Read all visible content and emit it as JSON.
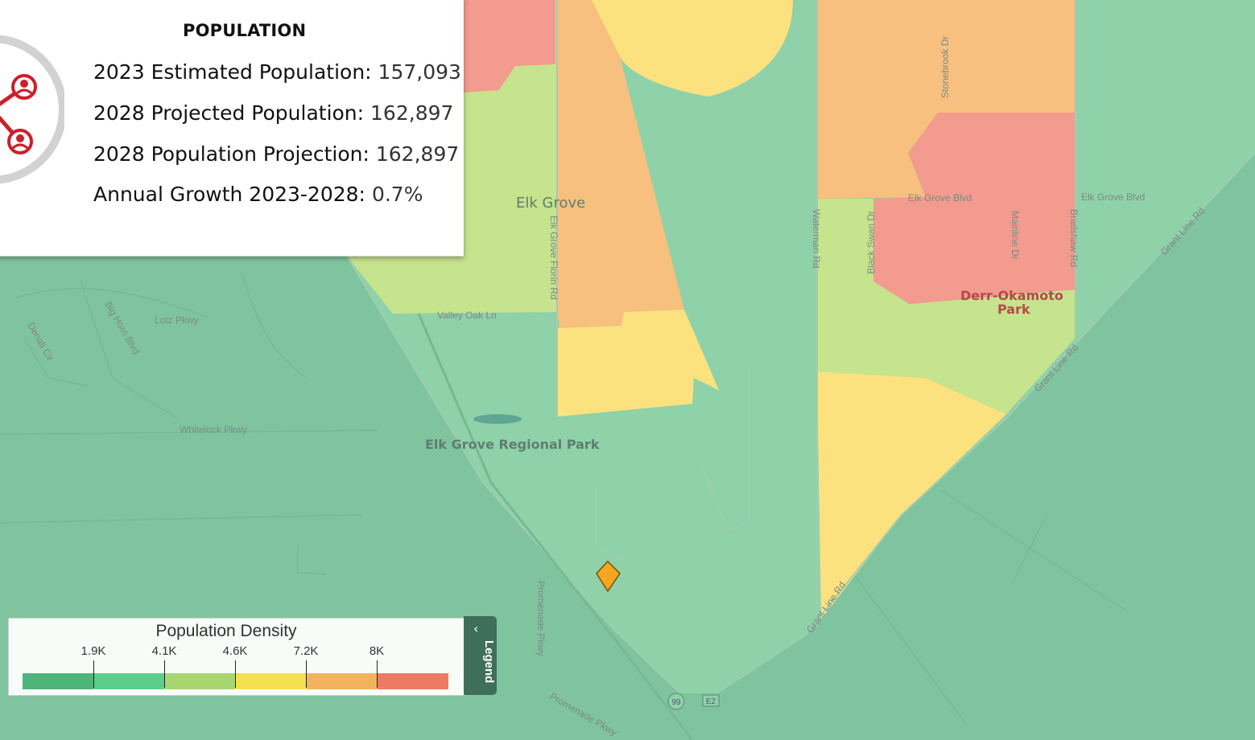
{
  "map": {
    "place_labels": [
      "Elk Grove",
      "Elk Grove Regional Park"
    ],
    "park_label_line1": "Derr-Okamoto",
    "park_label_line2": "Park",
    "road_labels": {
      "lotz": "Lotz Pkwy",
      "whitelock": "Whitelock Pkwy",
      "valley_oak": "Valley Oak Ln",
      "elk_grove_florin": "Elk Grove Florin Rd",
      "waterman": "Waterman Rd",
      "elk_grove_blvd_1": "Elk Grove Blvd",
      "elk_grove_blvd_2": "Elk Grove Blvd",
      "black_swan": "Black Swan Dr",
      "mainline": "Mainline Dr",
      "bradshaw": "Bradshaw Rd",
      "grant_line_1": "Grant Line Rd",
      "grant_line_2": "Grant Line Rd",
      "grant_line_3": "Grant Line Rd",
      "stonebrook": "Stonebrook Dr",
      "promenade_1": "Promenade Pkwy",
      "promenade_2": "Promenade Pkwy",
      "big_horn": "Big Horn Blvd",
      "denali": "Denali Cir",
      "hwy99": "99",
      "hwy_e2": "E2"
    },
    "density_colors": {
      "low": "#8fd1a8",
      "mid": "#c6e38d",
      "yellow": "#fbe27f",
      "orange": "#f7c07f",
      "red": "#f29b8e",
      "outside": "#7fc49e"
    },
    "marker_icon": "map-pin-icon",
    "marker_color": "#f5a623"
  },
  "population_card": {
    "title": "POPULATION",
    "icon": "people-network-icon",
    "accent_color": "#cc1f2b",
    "stats": [
      {
        "label": "2023 Estimated Population:",
        "value": "157,093"
      },
      {
        "label": "2028 Projected Population:",
        "value": "162,897"
      },
      {
        "label": "2028 Population Projection:",
        "value": "162,897"
      },
      {
        "label": "Annual Growth 2023-2028:",
        "value": "0.7%"
      }
    ]
  },
  "legend": {
    "title": "Population Density",
    "ticks": [
      "1.9K",
      "4.1K",
      "4.6K",
      "7.2K",
      "8K"
    ],
    "colors": [
      "#4db57a",
      "#5ccd8a",
      "#a7d670",
      "#f4e04f",
      "#f3b35e",
      "#ef7a63"
    ],
    "toggle_label": "Legend",
    "toggle_icon": "chevron-left-icon"
  }
}
